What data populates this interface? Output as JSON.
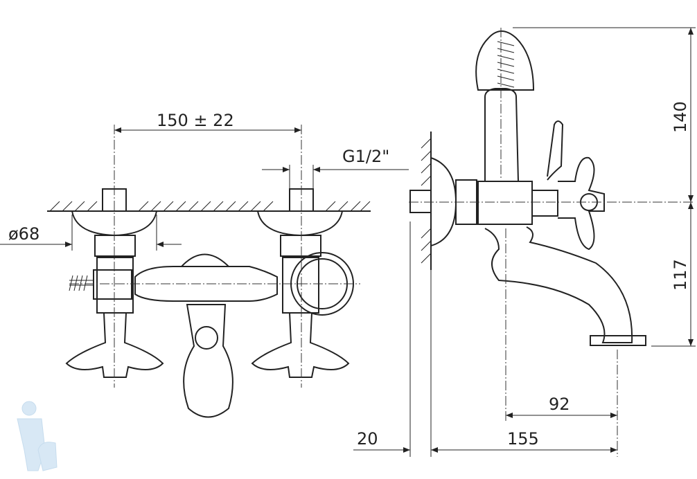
{
  "title": "Bath mixer technical drawing",
  "dimensions": {
    "center_distance": "150 ± 22",
    "thread": "G1/2\"",
    "flange_diameter": "ø68",
    "height_top": "140",
    "height_bottom": "117",
    "spout_offset": "92",
    "wall_gap": "20",
    "spout_reach": "155"
  },
  "colors": {
    "line": "#222222",
    "watermark": "#cfe3f3"
  }
}
